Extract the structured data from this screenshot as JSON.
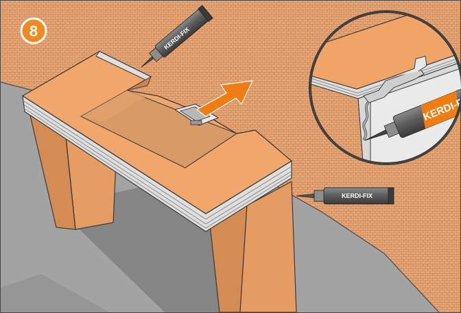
{
  "step": {
    "number": "8"
  },
  "tubes": {
    "upper_label": "KERDI-FIX",
    "right_label": "KERDI-FIX",
    "detail_label": "KERDI-FIX"
  },
  "colors": {
    "wall_brick": "#e4a271",
    "floor": "#9a9a9a",
    "bench_top": "#f0a468",
    "bench_side": "#d58f5a",
    "badge": "#f18a21",
    "arrow": "#ef7d14",
    "tube_body": "#5b5b5b"
  },
  "icons": {
    "step_badge": "circle-number-badge",
    "direction_arrow": "arrow-icon",
    "detail_callout": "magnifier-callout"
  }
}
